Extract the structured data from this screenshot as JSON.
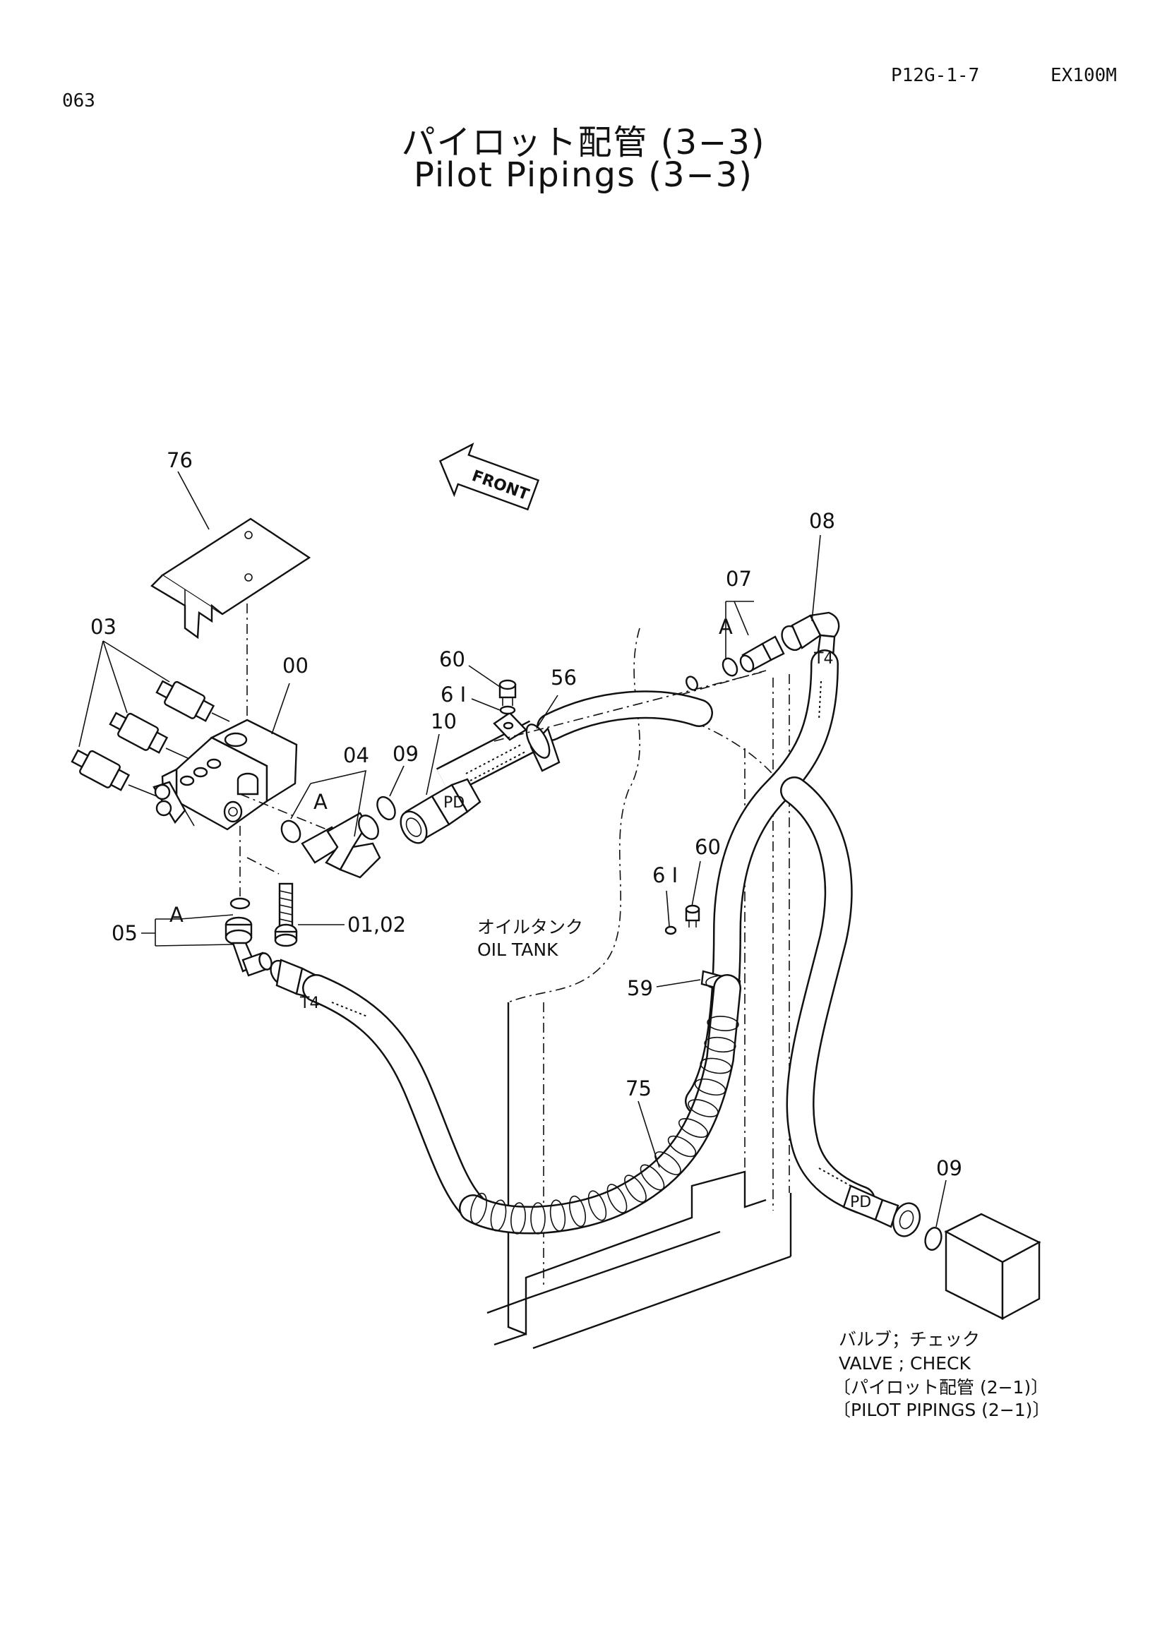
{
  "header": {
    "page_no": "063",
    "ref_code": "P12G-1-7",
    "model": "EX100M"
  },
  "title": {
    "jp": "パイロット配管 (3−3)",
    "en": "Pilot Pipings (3−3)"
  },
  "direction": "FRONT",
  "callouts": {
    "c76": "76",
    "c03": "03",
    "c00": "00",
    "c04": "04",
    "c09a": "09",
    "c10": "10",
    "c60a": "60",
    "c61a": "6 I",
    "c56": "56",
    "c07": "07",
    "c08": "08",
    "c05": "05",
    "c0102": "01,02",
    "c60b": "60",
    "c61b": "6 I",
    "c59": "59",
    "c75": "75",
    "c09b": "09",
    "a1": "A",
    "a2": "A",
    "a3": "A"
  },
  "hose_marks": {
    "t4_top": "T4",
    "t4_left": "T4",
    "pd_top": "PD",
    "pd_right": "PD"
  },
  "notes": {
    "oil_tank_jp": "オイルタンク",
    "oil_tank_en": "OIL TANK",
    "valve_jp": "バルブ；チェック",
    "valve_en": "VALVE ; CHECK",
    "ref_jp": "〔パイロット配管 (2−1)〕",
    "ref_en": "〔PILOT  PIPINGS (2−1)〕"
  }
}
